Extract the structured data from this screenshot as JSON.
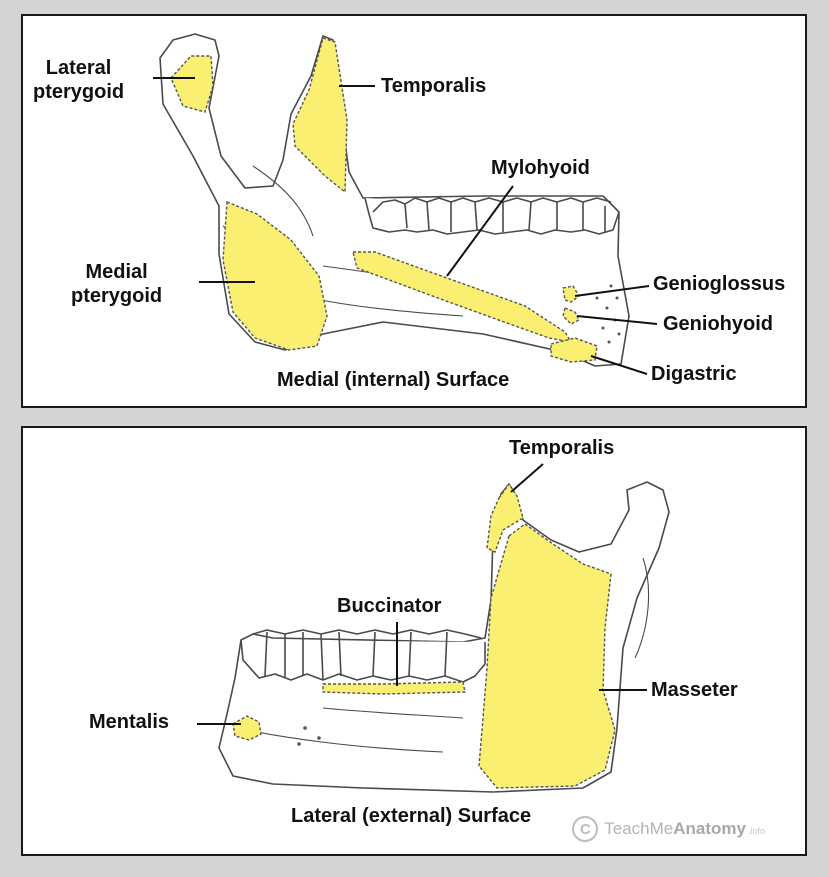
{
  "colors": {
    "muscle_fill": "#fbef72",
    "muscle_outline": "#555555",
    "bone_line": "#4a4a4a",
    "background": "#d4d4d4",
    "panel_border": "#1a1a1a"
  },
  "medial_view": {
    "caption": "Medial (internal) Surface",
    "labels": {
      "lateral_pterygoid": [
        "Lateral",
        "pterygoid"
      ],
      "temporalis": "Temporalis",
      "mylohyoid": "Mylohyoid",
      "medial_pterygoid": [
        "Medial",
        "pterygoid"
      ],
      "genioglossus": "Genioglossus",
      "geniohyoid": "Geniohyoid",
      "digastric": "Digastric"
    }
  },
  "lateral_view": {
    "caption": "Lateral (external) Surface",
    "labels": {
      "temporalis": "Temporalis",
      "buccinator": "Buccinator",
      "masseter": "Masseter",
      "mentalis": "Mentalis"
    }
  },
  "watermark": {
    "symbol": "C",
    "brand_light": "TeachMe",
    "brand_bold": "Anatomy",
    "suffix": ".info"
  }
}
